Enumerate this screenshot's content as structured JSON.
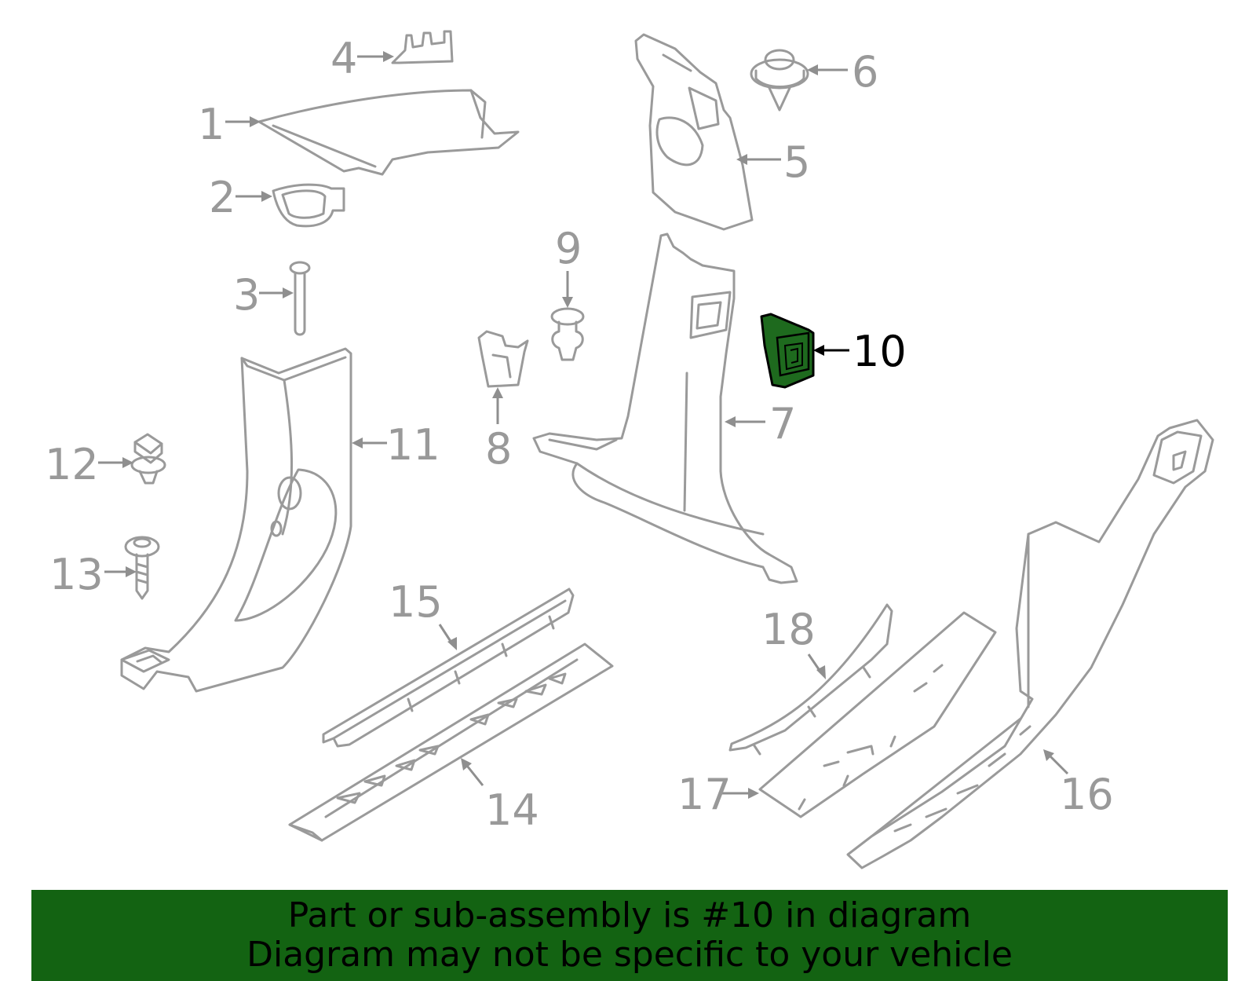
{
  "callouts": {
    "c1": "1",
    "c2": "2",
    "c3": "3",
    "c4": "4",
    "c5": "5",
    "c6": "6",
    "c7": "7",
    "c8": "8",
    "c9": "9",
    "c10": "10",
    "c11": "11",
    "c12": "12",
    "c13": "13",
    "c14": "14",
    "c15": "15",
    "c16": "16",
    "c17": "17",
    "c18": "18"
  },
  "highlighted_part": "10",
  "colors": {
    "line_art": "#9a9a9a",
    "highlight_fill": "#1e6a1e",
    "banner_background": "#136312",
    "banner_text": "#000000"
  },
  "banner": {
    "line1": "Part or sub-assembly is #10 in diagram",
    "line2": "Diagram may not be specific to your vehicle"
  }
}
